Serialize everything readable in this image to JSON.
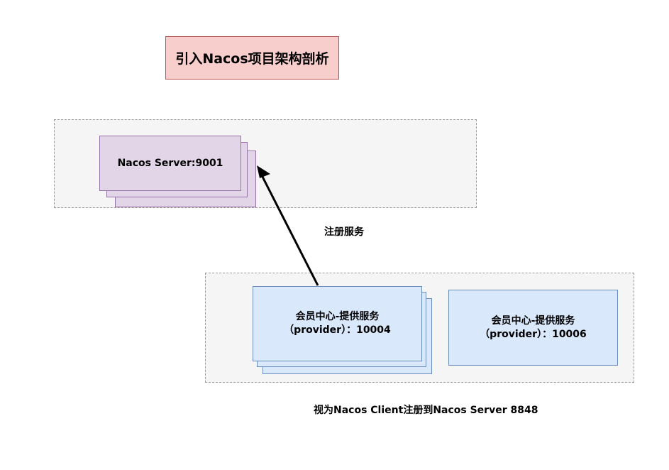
{
  "title": "引入Nacos项目架构剖析",
  "server_group": {
    "server_node": {
      "label": "Nacos Server:9001",
      "stacked_copies": 3
    }
  },
  "edge": {
    "label": "注册服务",
    "direction": "provider-to-server"
  },
  "client_group": {
    "providers": [
      {
        "line1": "会员中心-提供服务",
        "line2": "（provider）：10004",
        "stacked_copies": 3
      },
      {
        "line1": "会员中心-提供服务",
        "line2": "（provider）：10006",
        "stacked_copies": 1
      }
    ],
    "caption": "视为Nacos Client注册到Nacos Server 8848"
  },
  "colors": {
    "title_fill": "#f8cecc",
    "title_stroke": "#b85450",
    "server_fill": "#e1d5e7",
    "server_stroke": "#9673a6",
    "provider_fill": "#dae8fc",
    "provider_stroke": "#6c8ebf",
    "group_fill": "#f5f5f5",
    "group_stroke": "#999999"
  }
}
